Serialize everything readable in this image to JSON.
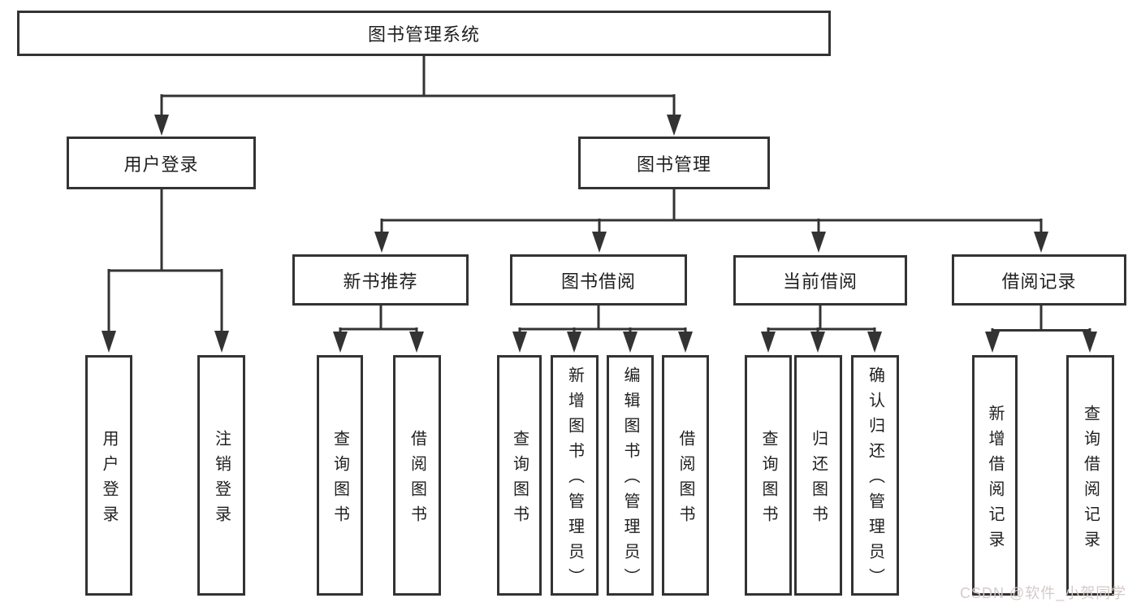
{
  "diagram_title": "图书管理系统",
  "nodes": {
    "root": {
      "label": "图书管理系统"
    },
    "user_login": {
      "label": "用户登录"
    },
    "book_management": {
      "label": "图书管理"
    },
    "new_book_recommend": {
      "label": "新书推荐"
    },
    "book_borrow": {
      "label": "图书借阅"
    },
    "current_borrow": {
      "label": "当前借阅"
    },
    "borrow_records": {
      "label": "借阅记录"
    },
    "leaf_user_login": {
      "label": "用户登录"
    },
    "leaf_logout": {
      "label": "注销登录"
    },
    "leaf_nbr_query_books": {
      "label": "查询图书"
    },
    "leaf_nbr_borrow_books": {
      "label": "借阅图书"
    },
    "leaf_bb_query_books": {
      "label": "查询图书"
    },
    "leaf_bb_add_books": {
      "label": "新增图书（管理员）"
    },
    "leaf_bb_edit_books": {
      "label": "编辑图书（管理员）"
    },
    "leaf_bb_borrow_books": {
      "label": "借阅图书"
    },
    "leaf_cb_query_books": {
      "label": "查询图书"
    },
    "leaf_cb_return_books": {
      "label": "归还图书"
    },
    "leaf_cb_confirm_return": {
      "label": "确认归还（管理员）"
    },
    "leaf_br_add_record": {
      "label": "新增借阅记录"
    },
    "leaf_br_query_record": {
      "label": "查询借阅记录"
    }
  },
  "hierarchy": {
    "root": "图书管理系统",
    "children": [
      {
        "label": "用户登录",
        "children": [
          "用户登录",
          "注销登录"
        ]
      },
      {
        "label": "图书管理",
        "children": [
          {
            "label": "新书推荐",
            "children": [
              "查询图书",
              "借阅图书"
            ]
          },
          {
            "label": "图书借阅",
            "children": [
              "查询图书",
              "新增图书（管理员）",
              "编辑图书（管理员）",
              "借阅图书"
            ]
          },
          {
            "label": "当前借阅",
            "children": [
              "查询图书",
              "归还图书",
              "确认归还（管理员）"
            ]
          },
          {
            "label": "借阅记录",
            "children": [
              "新增借阅记录",
              "查询借阅记录"
            ]
          }
        ]
      }
    ]
  },
  "watermark": "CSDN @软件_小贺同学",
  "colors": {
    "line": "#333333",
    "box_border": "#333333",
    "box_fill": "#ffffff",
    "text": "#1f1f1f",
    "watermark": "#d4cac8",
    "background": "#ffffff"
  }
}
